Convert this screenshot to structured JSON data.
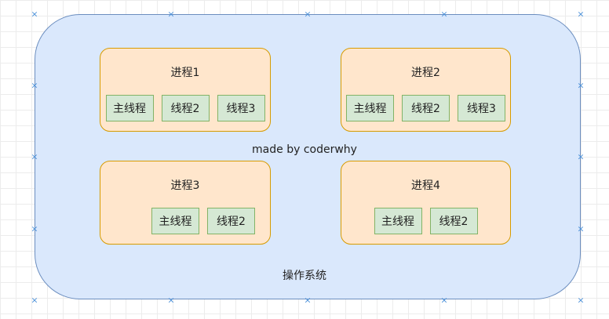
{
  "os": {
    "label": "操作系统"
  },
  "watermark": "made by coderwhy",
  "processes": [
    {
      "title": "进程1",
      "threads": [
        "主线程",
        "线程2",
        "线程3"
      ]
    },
    {
      "title": "进程2",
      "threads": [
        "主线程",
        "线程2",
        "线程3"
      ]
    },
    {
      "title": "进程3",
      "threads": [
        "主线程",
        "线程2"
      ]
    },
    {
      "title": "进程4",
      "threads": [
        "主线程",
        "线程2"
      ]
    }
  ],
  "colors": {
    "os_fill": "#dae8fc",
    "os_stroke": "#6c8ebf",
    "process_fill": "#ffe6cc",
    "process_stroke": "#d79b00",
    "thread_fill": "#d5e8d4",
    "thread_stroke": "#82b366",
    "connection_point": "#4a90d9"
  }
}
